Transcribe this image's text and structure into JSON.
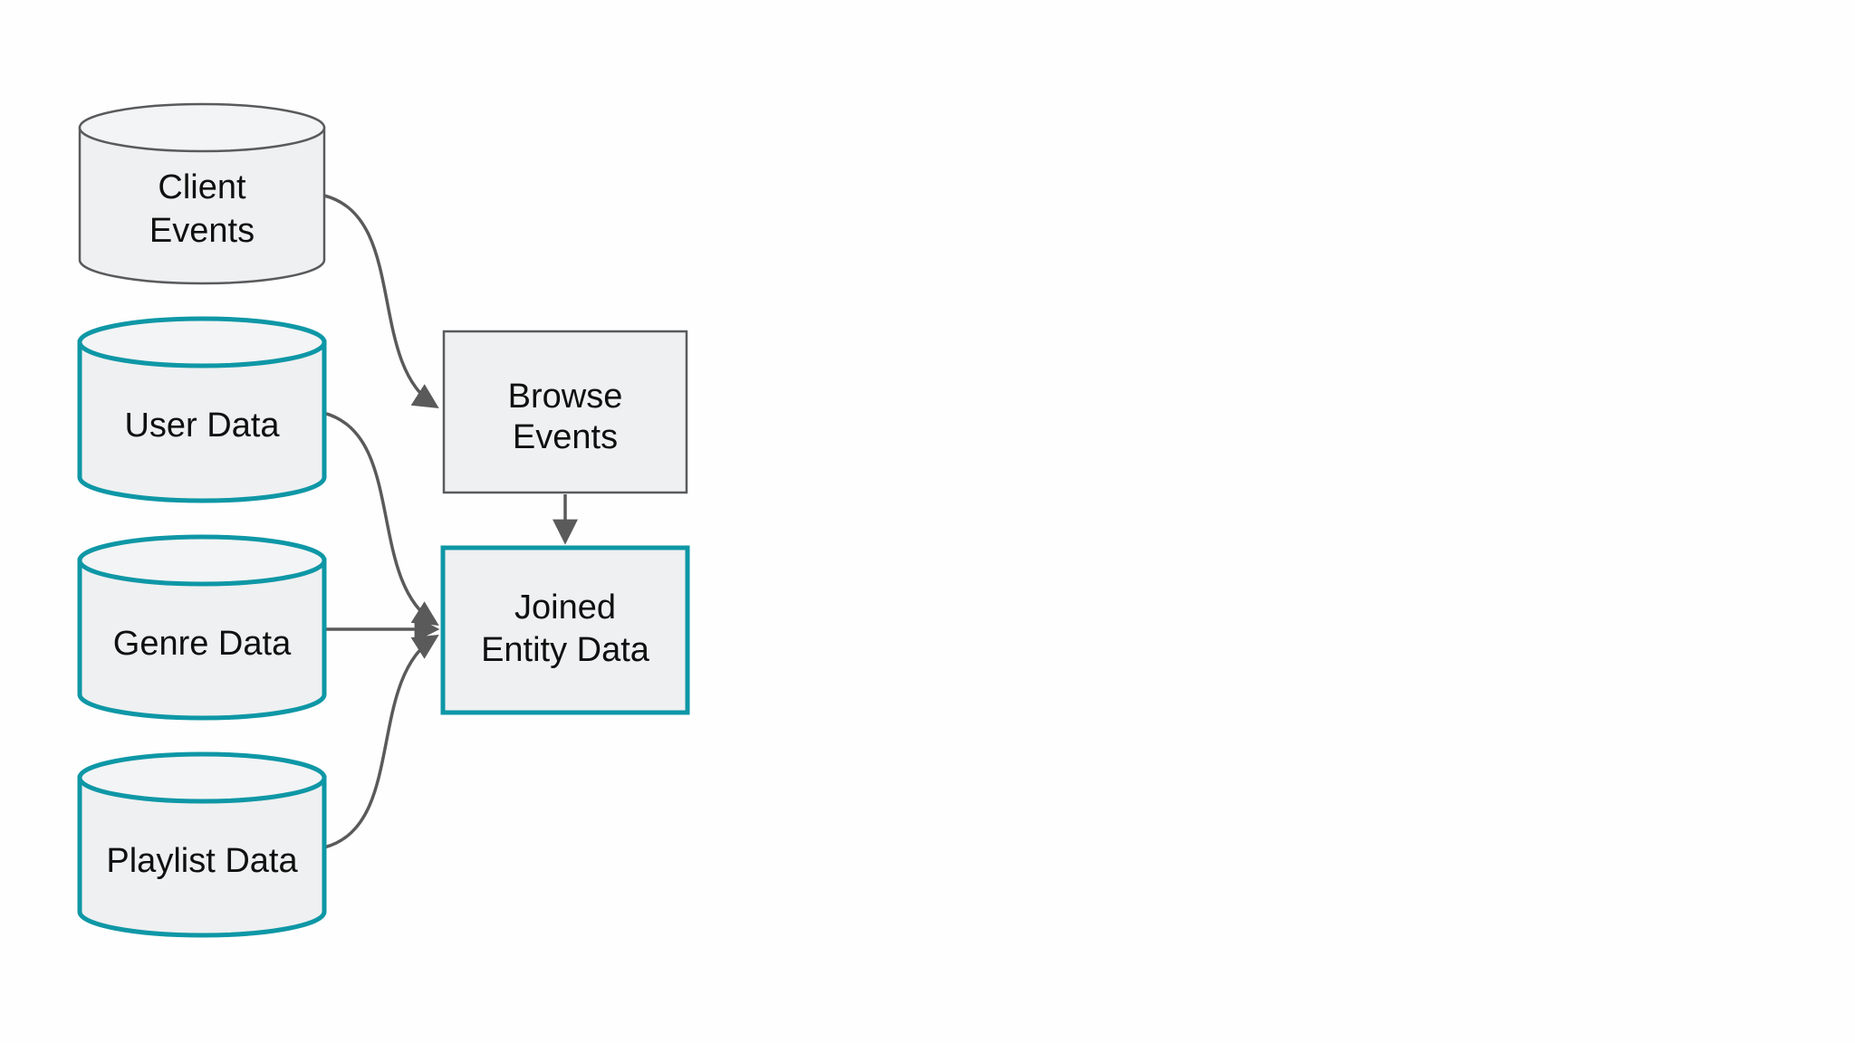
{
  "diagram": {
    "type": "flow-diagram",
    "background": "#fefefe",
    "colors": {
      "teal_border": "#0e97a6",
      "gray_border": "#595a5c",
      "arrow": "#5a5a5a",
      "node_fill": "#eff0f1",
      "text": "#101010"
    },
    "nodes": {
      "client_events": {
        "shape": "cylinder",
        "border": "gray",
        "line1": "Client",
        "line2": "Events"
      },
      "user_data": {
        "shape": "cylinder",
        "border": "teal",
        "label": "User Data"
      },
      "genre_data": {
        "shape": "cylinder",
        "border": "teal",
        "label": "Genre Data"
      },
      "playlist_data": {
        "shape": "cylinder",
        "border": "teal",
        "label": "Playlist Data"
      },
      "browse_events": {
        "shape": "rectangle",
        "border": "gray",
        "line1": "Browse",
        "line2": "Events"
      },
      "joined_entity_data": {
        "shape": "rectangle",
        "border": "teal",
        "line1": "Joined",
        "line2": "Entity Data"
      }
    },
    "edges": [
      {
        "from": "client_events",
        "to": "browse_events"
      },
      {
        "from": "browse_events",
        "to": "joined_entity_data"
      },
      {
        "from": "user_data",
        "to": "joined_entity_data"
      },
      {
        "from": "genre_data",
        "to": "joined_entity_data"
      },
      {
        "from": "playlist_data",
        "to": "joined_entity_data"
      }
    ]
  }
}
